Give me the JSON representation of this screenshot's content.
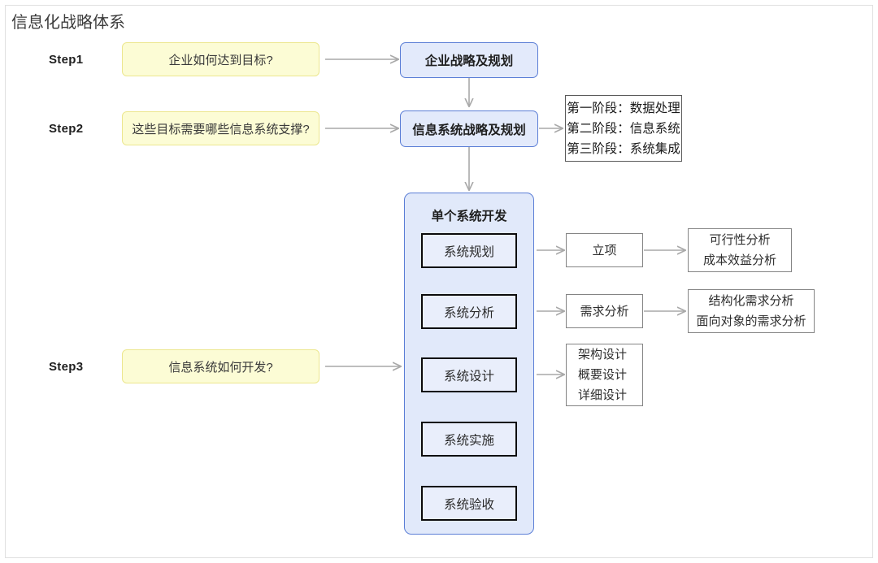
{
  "diagram": {
    "title": "信息化战略体系",
    "steps": [
      {
        "label": "Step1"
      },
      {
        "label": "Step2"
      },
      {
        "label": "Step3"
      }
    ],
    "questions": [
      {
        "text": "企业如何达到目标?"
      },
      {
        "text": "这些目标需要哪些信息系统支撑?"
      },
      {
        "text": "信息系统如何开发?"
      }
    ],
    "strategy_boxes": [
      {
        "text": "企业战略及规划"
      },
      {
        "text": "信息系统战略及规划"
      }
    ],
    "phases_box": {
      "lines": "第一阶段：数据处理\n第二阶段：信息系统\n第三阶段：系统集成"
    },
    "container": {
      "title": "单个系统开发",
      "stages": [
        {
          "text": "系统规划"
        },
        {
          "text": "系统分析"
        },
        {
          "text": "系统设计"
        },
        {
          "text": "系统实施"
        },
        {
          "text": "系统验收"
        }
      ]
    },
    "detail_level1": [
      {
        "text": "立项"
      },
      {
        "text": "需求分析"
      }
    ],
    "detail_level2": [
      {
        "lines": "可行性分析\n成本效益分析"
      },
      {
        "lines": "结构化需求分析\n面向对象的需求分析"
      }
    ],
    "design_detail": {
      "lines": "架构设计\n概要设计\n详细设计"
    },
    "colors": {
      "question_fill": "#fcfcd5",
      "question_border": "#ece78f",
      "blue_fill": "#e3eafb",
      "blue_border": "#5b7ed6",
      "container_fill": "#e1e9fa",
      "stage_border": "#0b0b0b",
      "gray_border": "#848484",
      "arrow": "#a9a9a9",
      "page_border": "#e0e0e0"
    }
  }
}
